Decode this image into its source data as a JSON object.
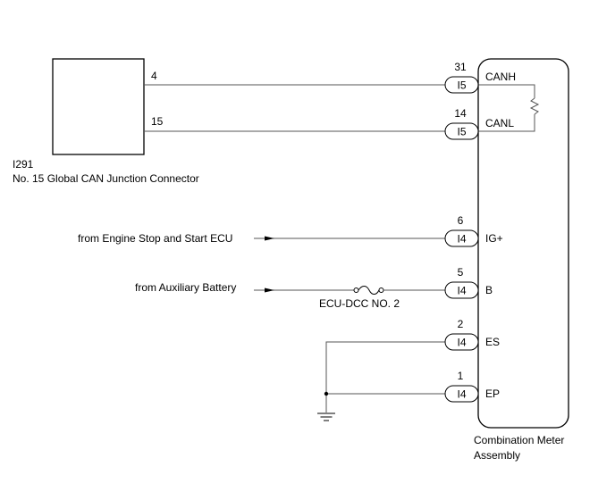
{
  "junction": {
    "ref": "I291",
    "name": "No. 15 Global CAN Junction Connector",
    "pins": {
      "canh": "4",
      "canl": "15"
    }
  },
  "meter": {
    "name_line1": "Combination Meter",
    "name_line2": "Assembly"
  },
  "signals": [
    {
      "pin": "31",
      "conn": "I5",
      "label": "CANH"
    },
    {
      "pin": "14",
      "conn": "I5",
      "label": "CANL"
    },
    {
      "pin": "6",
      "conn": "I4",
      "label": "IG+"
    },
    {
      "pin": "5",
      "conn": "I4",
      "label": "B"
    },
    {
      "pin": "2",
      "conn": "I4",
      "label": "ES"
    },
    {
      "pin": "1",
      "conn": "I4",
      "label": "EP"
    }
  ],
  "sources": {
    "ig": "from Engine Stop and Start ECU",
    "battery": "from Auxiliary Battery"
  },
  "fuse": {
    "label": "ECU-DCC NO. 2"
  }
}
